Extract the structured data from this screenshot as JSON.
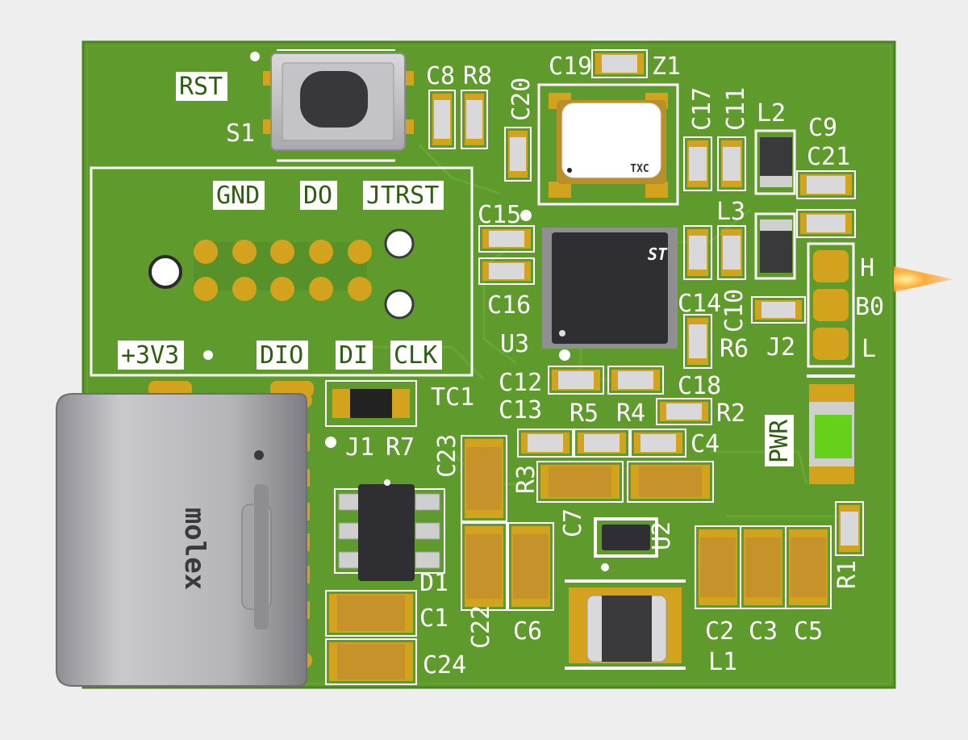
{
  "board": {
    "colors": {
      "background": "#eeeeee",
      "soldermask": "#5f9a2c",
      "silkscreen": "#ffffff",
      "pad": "#d4a31e",
      "ic_body": "#2f2f33",
      "connector": "#b8b8ba",
      "pwr_led": "#66d11b",
      "crystal": "#ffffff",
      "glow": "#ff9a1f"
    },
    "labels": {
      "rst": "RST",
      "s1": "S1",
      "c8": "C8",
      "r8": "R8",
      "c19": "C19",
      "z1": "Z1",
      "c20": "C20",
      "c17": "C17",
      "c11": "C11",
      "l2": "L2",
      "c9": "C9",
      "c21": "C21",
      "l3": "L3",
      "gnd": "GND",
      "do": "DO",
      "jtrst": "JTRST",
      "c15": "C15",
      "c16": "C16",
      "u3": "U3",
      "c14": "C14",
      "c10": "C10",
      "r6": "R6",
      "j2": "J2",
      "h": "H",
      "b0": "B0",
      "l": "L",
      "v33": "+3V3",
      "dio": "DIO",
      "di": "DI",
      "clk": "CLK",
      "c12": "C12",
      "c13": "C13",
      "c18": "C18",
      "tc1": "TC1",
      "r5": "R5",
      "r4": "R4",
      "r2": "R2",
      "j1": "J1",
      "r7": "R7",
      "c23": "C23",
      "r3": "R3",
      "c4": "C4",
      "pwr": "PWR",
      "c7": "C7",
      "u2": "U2",
      "r1": "R1",
      "d1": "D1",
      "c1": "C1",
      "c22": "C22",
      "c6": "C6",
      "c2": "C2",
      "c3": "C3",
      "c5": "C5",
      "l1": "L1",
      "c24": "C24",
      "crystal_mark": "TXC",
      "connector_brand": "molex"
    },
    "icons": {
      "mcu_logo": "st-logo-icon",
      "reset_button": "tactile-switch-icon",
      "usb_connector": "usb-c-connector-icon"
    }
  }
}
